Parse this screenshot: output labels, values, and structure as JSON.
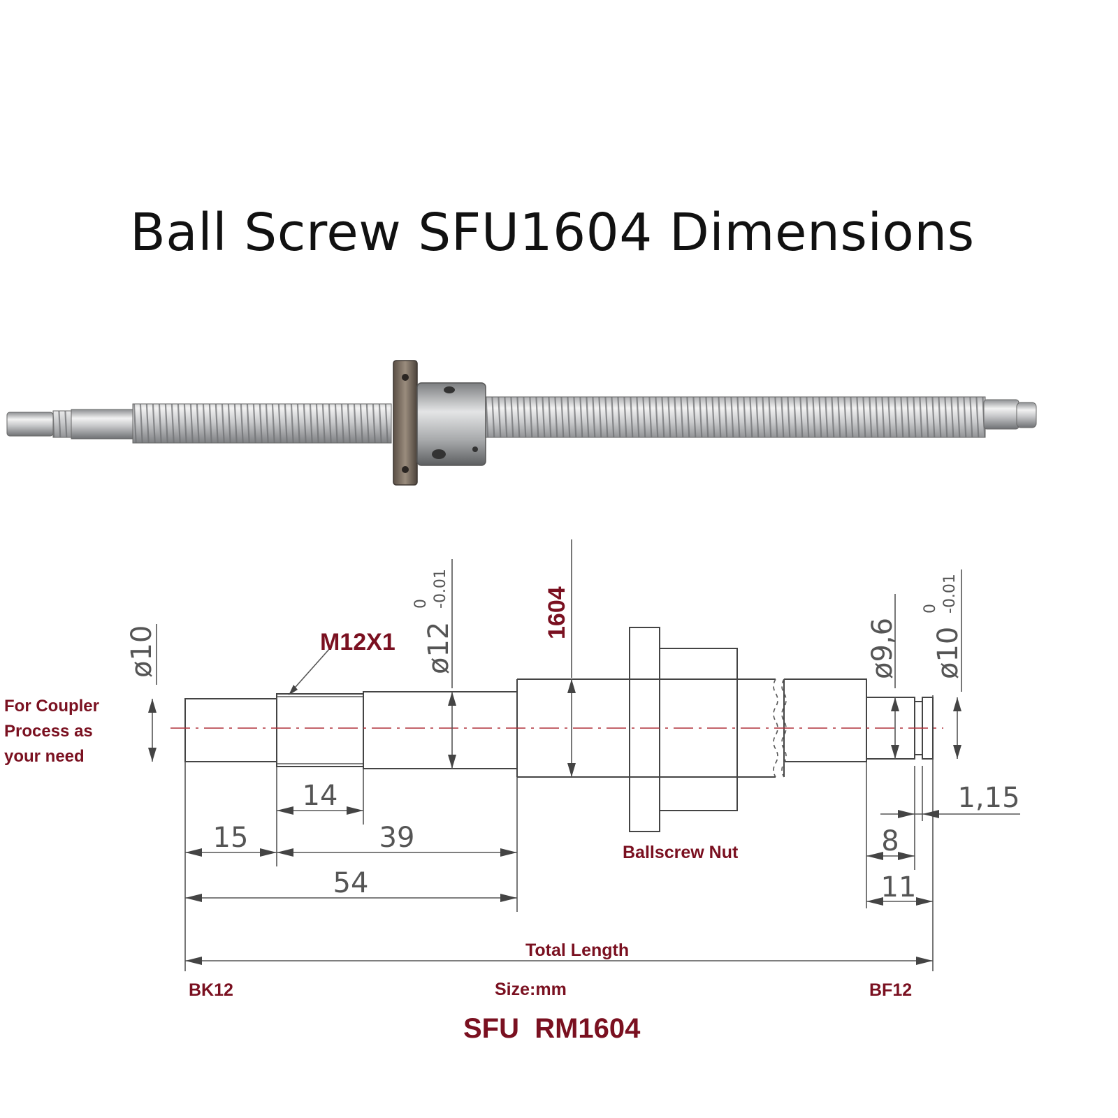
{
  "title": "Ball Screw SFU1604 Dimensions",
  "colors": {
    "label_red": "#7a1020",
    "line": "#444444",
    "center_line": "#b0303a"
  },
  "drawing": {
    "side_note": [
      "For Coupler",
      "Process as",
      "your need"
    ],
    "thread": "M12X1",
    "nut_label": "Ballscrew Nut",
    "length_code": "1604",
    "total_length_label": "Total Length",
    "left_support": "BK12",
    "right_support": "BF12",
    "units": "Size:mm",
    "model": "SFU  RM1604"
  },
  "dimensions": {
    "d10": "ø10",
    "d12": "ø12",
    "d12_tol_upper": "0",
    "d12_tol_lower": "-0.01",
    "d9_6": "ø9,6",
    "d10r": "ø10",
    "d10r_tol_upper": "0",
    "d10r_tol_lower": "-0.01",
    "len14": "14",
    "len15": "15",
    "len39": "39",
    "len54": "54",
    "len8": "8",
    "len11": "11",
    "len1_15": "1,15"
  }
}
